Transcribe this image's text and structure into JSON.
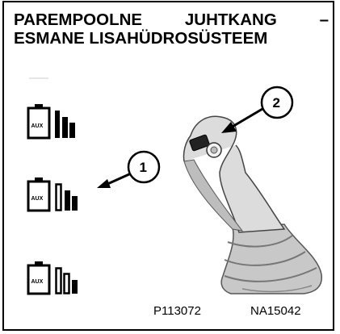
{
  "title": {
    "line1_words": [
      "PAREMPOOLNE",
      "JUHTKANG",
      "–"
    ],
    "line2": "ESMANE LISAHÜDROSÜSTEEM"
  },
  "indicators": [
    {
      "label": "AUX",
      "icon": "aux-battery-icon",
      "bars": "three-filled"
    },
    {
      "label": "AUX",
      "icon": "aux-battery-icon",
      "bars": "first-outline-two-filled"
    },
    {
      "label": "AUX",
      "icon": "aux-battery-icon",
      "bars": "two-outline-one-filled"
    }
  ],
  "callouts": [
    "1",
    "2"
  ],
  "codes": {
    "left": "P113072",
    "right": "NA15042"
  },
  "colors": {
    "ink": "#000000",
    "background": "#ffffff",
    "joystick_shade": "#d9d9d9",
    "boot_shade": "#c4c4c4"
  }
}
